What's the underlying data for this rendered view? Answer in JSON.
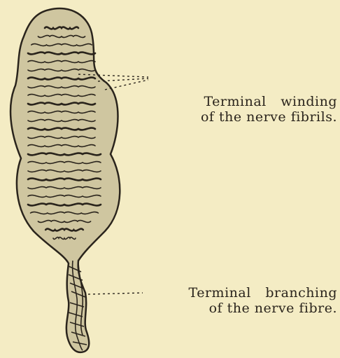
{
  "labels": {
    "winding": {
      "line1": "Terminal winding",
      "line2": "of the nerve fibrils."
    },
    "branching": {
      "line1": "Terminal branching",
      "line2": "of the nerve fibre."
    }
  },
  "colors": {
    "paper": "#f4ecc4",
    "ink": "#2a241c",
    "body_fill": "#cfc6a0"
  }
}
